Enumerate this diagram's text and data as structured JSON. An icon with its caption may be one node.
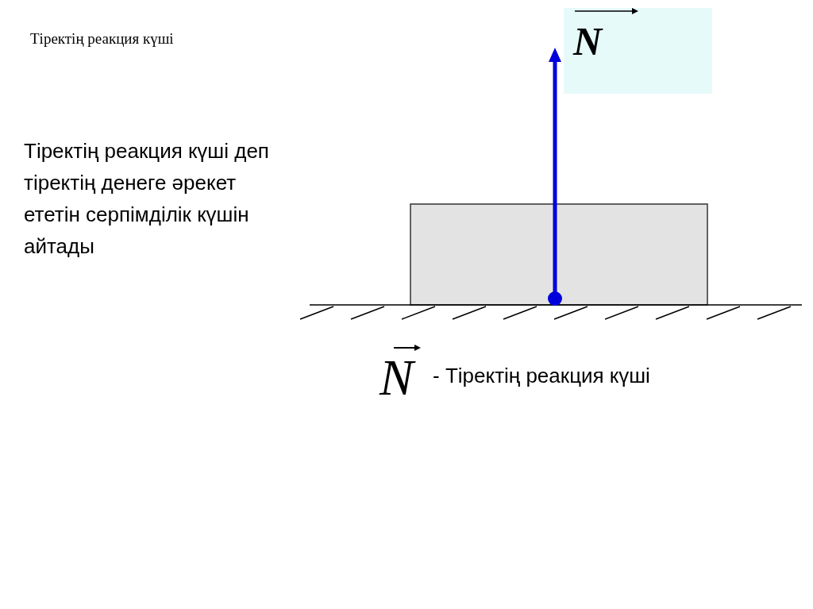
{
  "diagram": {
    "title": "Тіректің реакция күші",
    "nodes": [
      {
        "text": [
          "N"
        ]
      }
    ],
    "labels": [
      "Тіректің реакция күші деп тіректің денеге әрекет ететін серпімділік күшін айтады",
      "N",
      "- Тіректің реакция күші"
    ]
  }
}
